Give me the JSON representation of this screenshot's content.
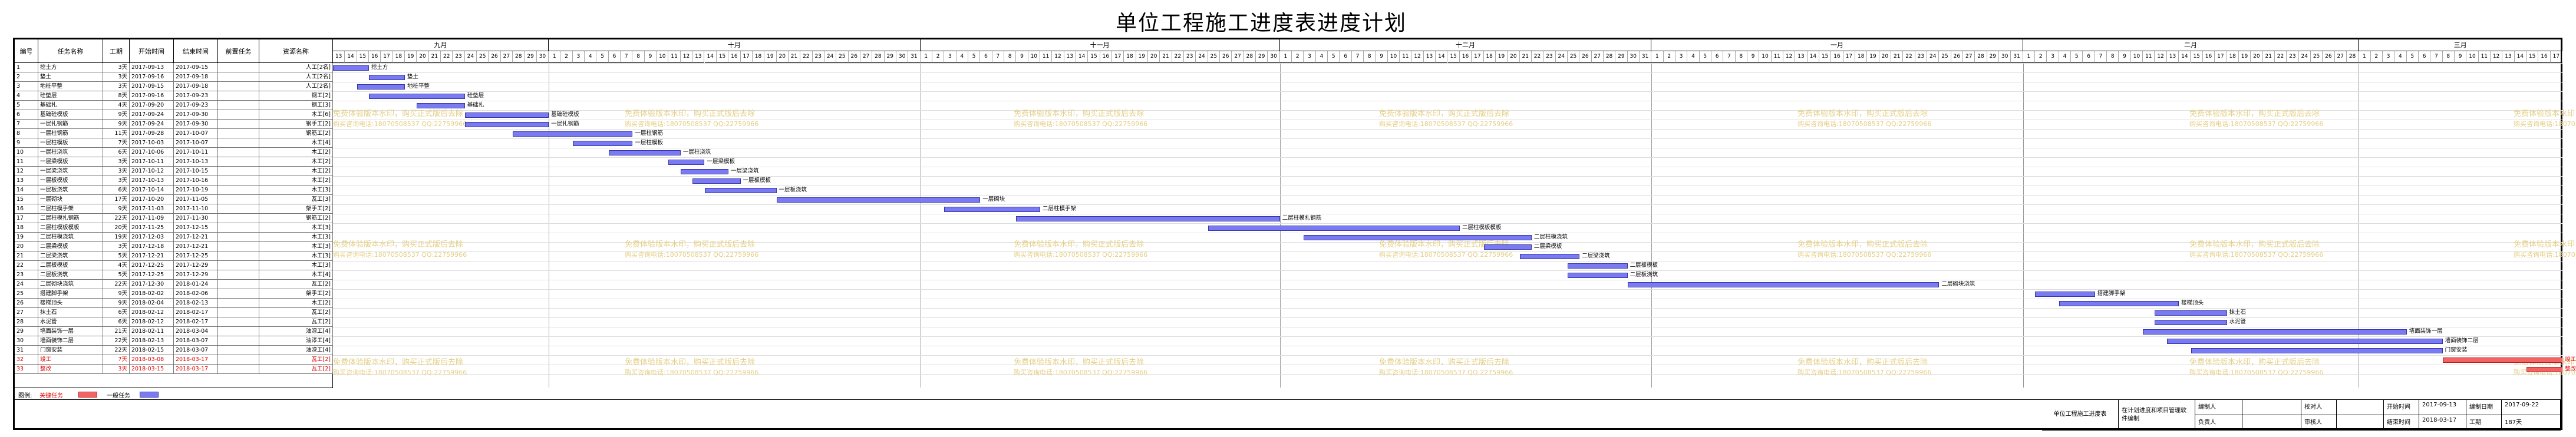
{
  "title": "单位工程施工进度表进度计划",
  "columns": [
    "编号",
    "任务名称",
    "工期",
    "开始时间",
    "结束时间",
    "前置任务",
    "资源名称"
  ],
  "tasks": [
    {
      "id": "1",
      "name": "挖土方",
      "dur": "3天",
      "start": "2017-09-13",
      "end": "2017-09-15",
      "pred": "",
      "res": "人工[2名]",
      "color": "blue"
    },
    {
      "id": "2",
      "name": "垫土",
      "dur": "3天",
      "start": "2017-09-16",
      "end": "2017-09-18",
      "pred": "",
      "res": "人工[2名]",
      "color": "blue"
    },
    {
      "id": "3",
      "name": "地桩平整",
      "dur": "3天",
      "start": "2017-09-15",
      "end": "2017-09-18",
      "pred": "",
      "res": "人工[2名]",
      "color": "blue"
    },
    {
      "id": "4",
      "name": "砼垫层",
      "dur": "8天",
      "start": "2017-09-16",
      "end": "2017-09-23",
      "pred": "",
      "res": "钢工[2]",
      "color": "blue"
    },
    {
      "id": "5",
      "name": "基础扎",
      "dur": "4天",
      "start": "2017-09-20",
      "end": "2017-09-23",
      "pred": "",
      "res": "钢工[3]",
      "color": "blue"
    },
    {
      "id": "6",
      "name": "基础砼模板",
      "dur": "9天",
      "start": "2017-09-24",
      "end": "2017-09-30",
      "pred": "",
      "res": "木工[6]",
      "color": "blue"
    },
    {
      "id": "7",
      "name": "一层扎钢筋",
      "dur": "9天",
      "start": "2017-09-24",
      "end": "2017-09-30",
      "pred": "",
      "res": "钢手工[2]",
      "color": "blue"
    },
    {
      "id": "8",
      "name": "一层柱钢筋",
      "dur": "11天",
      "start": "2017-09-28",
      "end": "2017-10-07",
      "pred": "",
      "res": "钢筋工[2]",
      "color": "blue"
    },
    {
      "id": "9",
      "name": "一层柱模板",
      "dur": "7天",
      "start": "2017-10-03",
      "end": "2017-10-07",
      "pred": "",
      "res": "木工[4]",
      "color": "blue"
    },
    {
      "id": "10",
      "name": "一层柱浇筑",
      "dur": "6天",
      "start": "2017-10-06",
      "end": "2017-10-11",
      "pred": "",
      "res": "木工[2]",
      "color": "blue"
    },
    {
      "id": "11",
      "name": "一层梁模板",
      "dur": "3天",
      "start": "2017-10-11",
      "end": "2017-10-13",
      "pred": "",
      "res": "木工[2]",
      "color": "blue"
    },
    {
      "id": "12",
      "name": "一层梁浇筑",
      "dur": "3天",
      "start": "2017-10-12",
      "end": "2017-10-15",
      "pred": "",
      "res": "木工[2]",
      "color": "blue"
    },
    {
      "id": "13",
      "name": "一层板模板",
      "dur": "3天",
      "start": "2017-10-13",
      "end": "2017-10-16",
      "pred": "",
      "res": "木工[2]",
      "color": "blue"
    },
    {
      "id": "14",
      "name": "一层板浇筑",
      "dur": "6天",
      "start": "2017-10-14",
      "end": "2017-10-19",
      "pred": "",
      "res": "木工[3]",
      "color": "blue"
    },
    {
      "id": "15",
      "name": "一层砌块",
      "dur": "17天",
      "start": "2017-10-20",
      "end": "2017-11-05",
      "pred": "",
      "res": "瓦工[3]",
      "color": "blue"
    },
    {
      "id": "16",
      "name": "二层柱模手架",
      "dur": "9天",
      "start": "2017-11-03",
      "end": "2017-11-10",
      "pred": "",
      "res": "架手工[2]",
      "color": "blue"
    },
    {
      "id": "17",
      "name": "二层柱模扎钢筋",
      "dur": "22天",
      "start": "2017-11-09",
      "end": "2017-11-30",
      "pred": "",
      "res": "钢筋工[2]",
      "color": "blue"
    },
    {
      "id": "18",
      "name": "二层柱模板模板",
      "dur": "20天",
      "start": "2017-11-25",
      "end": "2017-12-15",
      "pred": "",
      "res": "木工[3]",
      "color": "blue"
    },
    {
      "id": "19",
      "name": "二层柱模浇筑",
      "dur": "19天",
      "start": "2017-12-03",
      "end": "2017-12-21",
      "pred": "",
      "res": "木工[3]",
      "color": "blue"
    },
    {
      "id": "20",
      "name": "二层梁模板",
      "dur": "3天",
      "start": "2017-12-18",
      "end": "2017-12-21",
      "pred": "",
      "res": "木工[3]",
      "color": "blue"
    },
    {
      "id": "21",
      "name": "二层梁浇筑",
      "dur": "5天",
      "start": "2017-12-21",
      "end": "2017-12-25",
      "pred": "",
      "res": "木工[3]",
      "color": "blue"
    },
    {
      "id": "22",
      "name": "二层板模板",
      "dur": "4天",
      "start": "2017-12-25",
      "end": "2017-12-29",
      "pred": "",
      "res": "木工[3]",
      "color": "blue"
    },
    {
      "id": "23",
      "name": "二层板浇筑",
      "dur": "5天",
      "start": "2017-12-25",
      "end": "2017-12-29",
      "pred": "",
      "res": "木工[4]",
      "color": "blue"
    },
    {
      "id": "24",
      "name": "二层砌块浇筑",
      "dur": "22天",
      "start": "2017-12-30",
      "end": "2018-01-24",
      "pred": "",
      "res": "瓦工[2]",
      "color": "blue"
    },
    {
      "id": "25",
      "name": "搭建脚手架",
      "dur": "9天",
      "start": "2018-02-02",
      "end": "2018-02-06",
      "pred": "",
      "res": "架手工[2]",
      "color": "blue"
    },
    {
      "id": "26",
      "name": "楼梯顶头",
      "dur": "9天",
      "start": "2018-02-04",
      "end": "2018-02-13",
      "pred": "",
      "res": "木工[2]",
      "color": "blue"
    },
    {
      "id": "27",
      "name": "抹土石",
      "dur": "6天",
      "start": "2018-02-12",
      "end": "2018-02-17",
      "pred": "",
      "res": "瓦工[2]",
      "color": "blue"
    },
    {
      "id": "28",
      "name": "水泥管",
      "dur": "6天",
      "start": "2018-02-12",
      "end": "2018-02-17",
      "pred": "",
      "res": "瓦工[2]",
      "color": "blue"
    },
    {
      "id": "29",
      "name": "墙面装饰一层",
      "dur": "21天",
      "start": "2018-02-11",
      "end": "2018-03-04",
      "pred": "",
      "res": "油漆工[4]",
      "color": "blue"
    },
    {
      "id": "30",
      "name": "墙面装饰二层",
      "dur": "22天",
      "start": "2018-02-13",
      "end": "2018-03-07",
      "pred": "",
      "res": "油漆工[4]",
      "color": "blue"
    },
    {
      "id": "31",
      "name": "门窗安装",
      "dur": "22天",
      "start": "2018-02-15",
      "end": "2018-03-07",
      "pred": "",
      "res": "油漆工[4]",
      "color": "blue"
    },
    {
      "id": "32",
      "name": "竣工",
      "dur": "7天",
      "start": "2018-03-08",
      "end": "2018-03-17",
      "pred": "",
      "res": "瓦工[2]",
      "color": "red"
    },
    {
      "id": "33",
      "name": "整改",
      "dur": "3天",
      "start": "2018-03-15",
      "end": "2018-03-17",
      "pred": "",
      "res": "瓦工[2]",
      "color": "red"
    }
  ],
  "months": [
    {
      "label": "九月",
      "days": 18,
      "first": 13
    },
    {
      "label": "十月",
      "days": 31,
      "first": 1
    },
    {
      "label": "十一月",
      "days": 30,
      "first": 1
    },
    {
      "label": "十二月",
      "days": 31,
      "first": 1
    },
    {
      "label": "一月",
      "days": 31,
      "first": 1
    },
    {
      "label": "二月",
      "days": 28,
      "first": 1
    },
    {
      "label": "三月",
      "days": 17,
      "first": 1
    }
  ],
  "timeline": {
    "start": "2017-09-13",
    "end": "2018-03-17"
  },
  "watermark": {
    "line1": "免费体验版本水印，购买正式版后去除",
    "line2": "购买咨询电话:18070508537 QQ:22759966"
  },
  "legend": {
    "label": "图例:",
    "critical_label": "关键任务",
    "normal_label": "一般任务",
    "critical_color": "#f26464",
    "normal_color": "#7a7af2"
  },
  "footer": {
    "project_label": "单位工程施工进度表",
    "desc": "在计划进度和项目管理软件编制",
    "editor_label": "编制人",
    "reviewer_label": "负责人",
    "checker_label": "校对人",
    "approver_label": "审核人",
    "start_label": "开始时间",
    "end_label": "结束时间",
    "start_value": "2017-09-13",
    "end_value": "2018-03-17",
    "date_label": "编制日期",
    "date_value": "2017-09-22",
    "duration_label": "工期",
    "duration_value": "187天"
  }
}
